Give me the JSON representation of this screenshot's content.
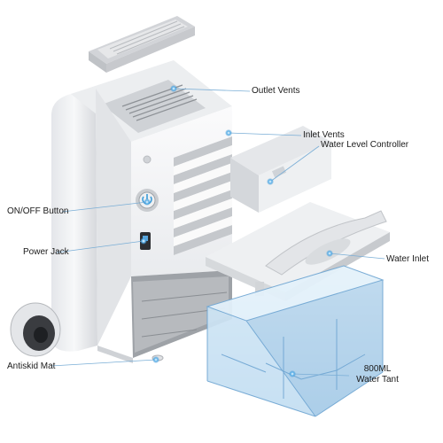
{
  "colors": {
    "body": "#f1f2f4",
    "body_shade": "#d9dbdf",
    "accent": "#3a9bd8",
    "tank": "#bcd9ee",
    "leader": "#7aaed6"
  },
  "labels": {
    "outlet_vents": "Outlet Vents",
    "inlet_vents": "Inlet Vents",
    "water_level_controller": "Water Level Controller",
    "onoff_button": "ON/OFF Button",
    "power_jack": "Power Jack",
    "water_inlet": "Water Inlet",
    "antiskid_mat": "Antiskid Mat",
    "tank_line1": "800ML",
    "tank_line2": "Water Tant"
  },
  "icons": [
    "power-button-icon",
    "power-jack-icon",
    "callout-dot-icon"
  ]
}
